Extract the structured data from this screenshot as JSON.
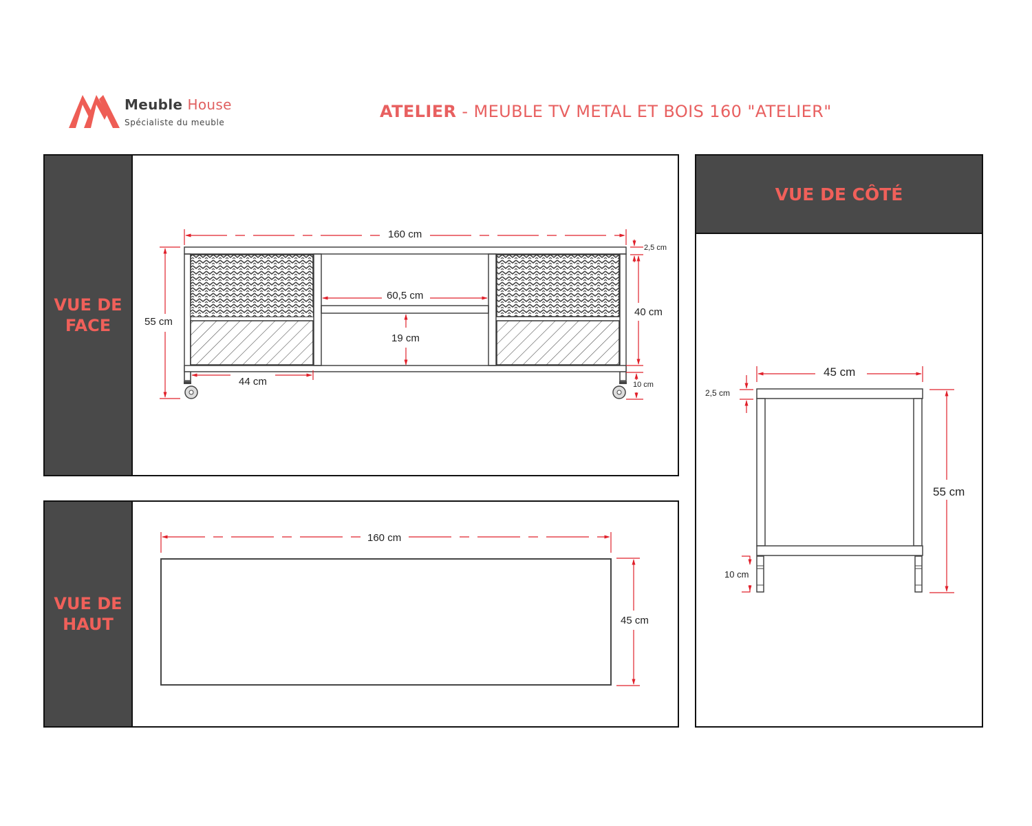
{
  "header": {
    "logo": {
      "brand_main": "Meuble",
      "brand_accent": "House",
      "tagline": "Spécialiste du meuble",
      "icon": "mountain-m-logo-icon"
    },
    "title_bold": "ATELIER",
    "title_rest": " - MEUBLE TV METAL ET BOIS 160 \"ATELIER\""
  },
  "colors": {
    "accent": "#e86060",
    "panel_dark": "#494949",
    "dimension_red": "#e0202a",
    "line": "#333333"
  },
  "views": {
    "front": {
      "label_line1": "VUE DE",
      "label_line2": "FACE",
      "dimensions": {
        "total_width": "160 cm",
        "total_height": "55 cm",
        "top_thickness": "2,5 cm",
        "inner_height": "40 cm",
        "wheel_height": "10 cm",
        "center_width": "60,5 cm",
        "shelf_height": "19 cm",
        "drawer_width": "44 cm"
      }
    },
    "top": {
      "label_line1": "VUE DE",
      "label_line2": "HAUT",
      "dimensions": {
        "width": "160 cm",
        "depth": "45 cm"
      }
    },
    "side": {
      "label": "VUE DE CÔTÉ",
      "dimensions": {
        "depth": "45 cm",
        "top_thickness": "2,5 cm",
        "height": "55 cm",
        "foot_height": "10 cm"
      }
    }
  }
}
